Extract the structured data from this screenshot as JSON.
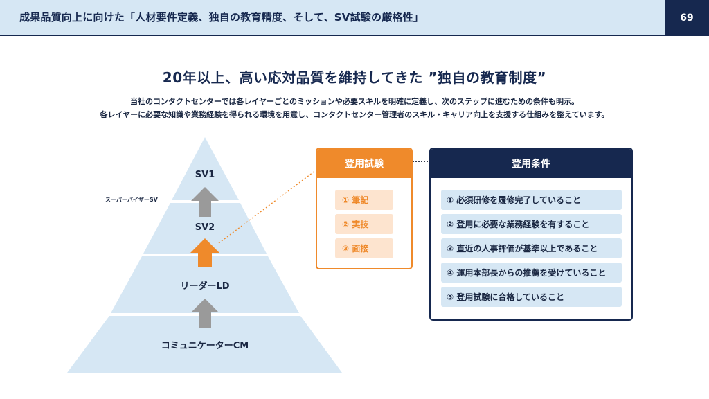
{
  "header": {
    "title": "成果品質向上に向けた「人材要件定義、独自の教育精度、そして、SV試験の厳格性」",
    "page_number": "69"
  },
  "main": {
    "title": "20年以上、高い応対品質を維持してきた ”独自の教育制度”",
    "description_line1": "当社のコンタクトセンターでは各レイヤーごとのミッションや必要スキルを明確に定義し、次のステップに進むための条件も明示。",
    "description_line2": "各レイヤーに必要な知識や業務経験を得られる環境を用意し、コンタクトセンター管理者のスキル・キャリア向上を支援する仕組みを整えています。"
  },
  "pyramid": {
    "levels": [
      "SV1",
      "SV2",
      "リーダーLD",
      "コミュニケーターCM"
    ],
    "bracket_label": "スーパーバイザーSV",
    "colors": {
      "tier": "#d6e7f4",
      "arrow_gray": "#9a9a9a",
      "arrow_orange": "#ef8a2b"
    }
  },
  "exam": {
    "title": "登用試験",
    "items": [
      "① 筆記",
      "② 実技",
      "③ 面接"
    ]
  },
  "conditions": {
    "title": "登用条件",
    "items": [
      "① 必須研修を履修完了していること",
      "② 登用に必要な業務経験を有すること",
      "③ 直近の人事評価が基準以上であること",
      "④ 運用本部長からの推薦を受けていること",
      "⑤ 登用試験に合格していること"
    ]
  },
  "colors": {
    "navy": "#16284f",
    "orange": "#ef8a2b",
    "light_blue": "#d6e7f4",
    "light_orange": "#fde4cf"
  }
}
